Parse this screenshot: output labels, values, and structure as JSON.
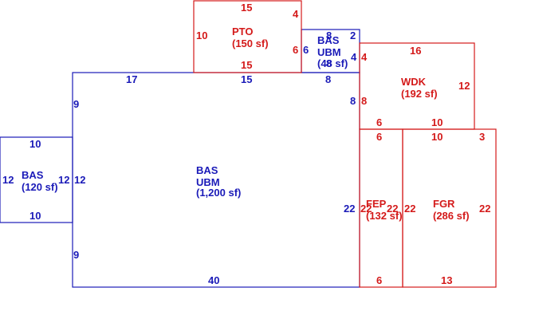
{
  "areas": [
    {
      "id": "bas-main",
      "label1": "BAS",
      "label2": "UBM",
      "area": "(1,200 sf)",
      "color": "#1a1ab8"
    },
    {
      "id": "bas-left",
      "label1": "BAS",
      "area": "(120 sf)",
      "color": "#1a1ab8"
    },
    {
      "id": "bas-small",
      "label1": "BAS",
      "label2": "UBM",
      "area": "(48 sf)",
      "color": "#1a1ab8"
    },
    {
      "id": "pto",
      "label1": "PTO",
      "area": "(150 sf)",
      "color": "#d41a1a"
    },
    {
      "id": "wdk",
      "label1": "WDK",
      "area": "(192 sf)",
      "color": "#d41a1a"
    },
    {
      "id": "fep",
      "label1": "FEP",
      "area": "(132 sf)",
      "color": "#d41a1a"
    },
    {
      "id": "fgr",
      "label1": "FGR",
      "area": "(286 sf)",
      "color": "#d41a1a"
    }
  ],
  "dims": {
    "main_top_left": "17",
    "main_top_mid": "15",
    "main_top_right": "8",
    "main_left_upper": "9",
    "main_left_mid": "12",
    "main_left_lower": "9",
    "main_bottom": "40",
    "main_right_upper": "8",
    "main_right_lower": "22",
    "left_top": "10",
    "left_bottom": "10",
    "left_left": "12",
    "left_right": "12",
    "small_top": "8",
    "small_left": "6",
    "small_right": "4",
    "small_right_top": "2",
    "small_inner": "8",
    "pto_top": "15",
    "pto_bottom": "15",
    "pto_left": "10",
    "pto_right_upper": "4",
    "pto_right_lower": "6",
    "wdk_top": "16",
    "wdk_left_upper": "4",
    "wdk_left": "8",
    "wdk_right": "12",
    "wdk_bottom_left": "6",
    "wdk_bottom_right": "10",
    "fep_top": "6",
    "fep_bottom": "6",
    "fep_left": "22",
    "fep_right": "22",
    "fgr_top": "10",
    "fgr_top_right": "3",
    "fgr_left": "22",
    "fgr_right": "22",
    "fgr_bottom": "13"
  }
}
